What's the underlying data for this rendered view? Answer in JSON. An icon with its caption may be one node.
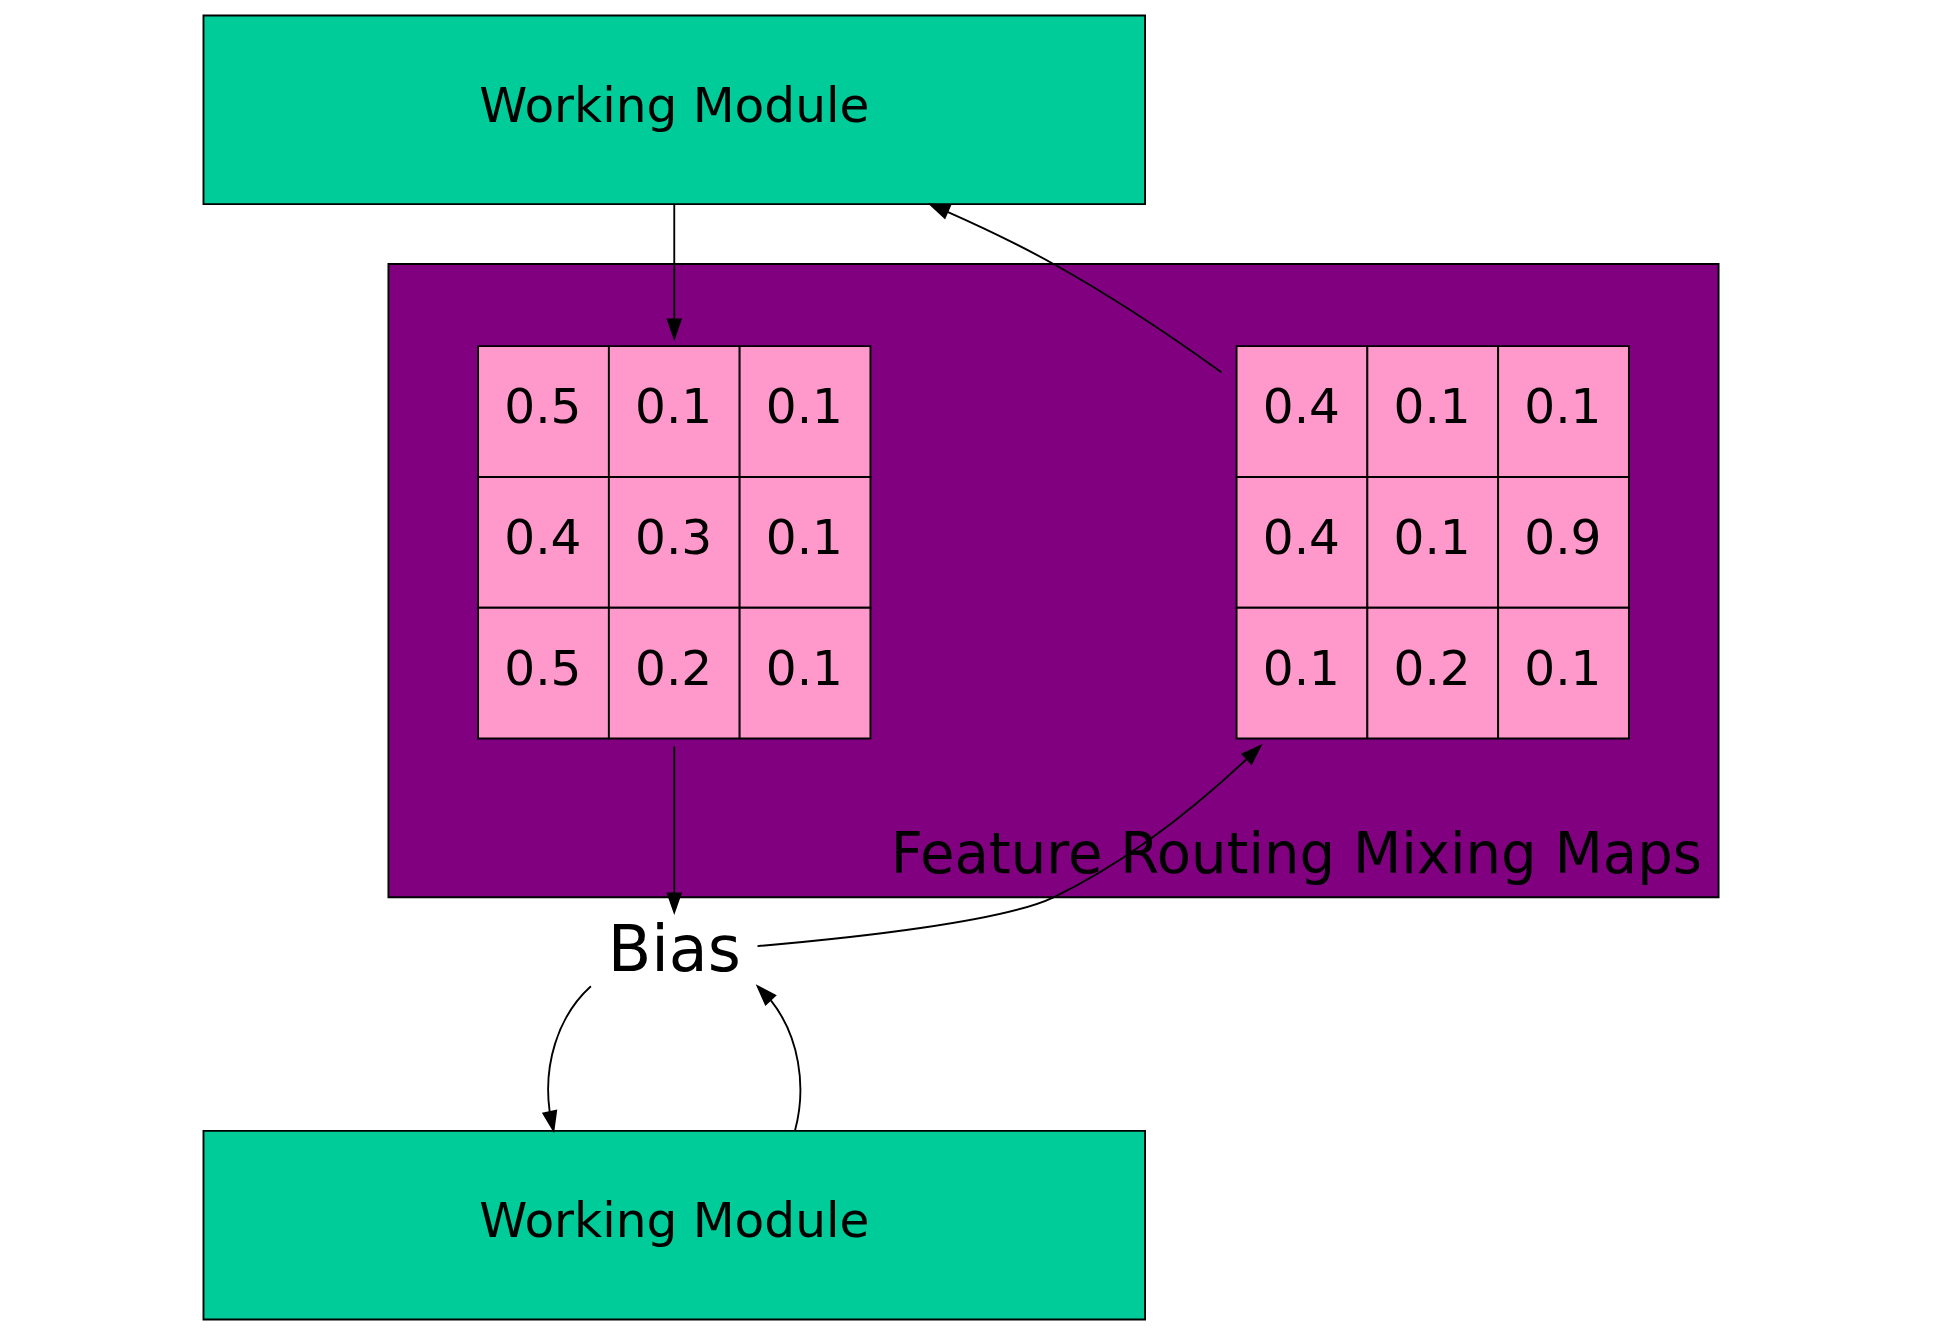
{
  "diagram": {
    "nodes": [
      {
        "text": [
          "Working Module"
        ]
      },
      {
        "text": [
          "Feature Routing Mixing Maps"
        ]
      },
      {
        "text": [
          "0.5",
          "0.1",
          "0.1",
          "0.4",
          "0.3",
          "0.1",
          "0.5",
          "0.2",
          "0.1"
        ],
        "in": 1
      },
      {
        "text": [
          "0.4",
          "0.1",
          "0.1",
          "0.4",
          "0.1",
          "0.9",
          "0.1",
          "0.2",
          "0.1"
        ],
        "in": 1
      },
      {
        "text": [
          "Bias"
        ]
      },
      {
        "text": [
          "Working Module"
        ]
      }
    ],
    "edges": [
      {
        "from": 0,
        "to": 2,
        "arrow": "to"
      },
      {
        "from": 2,
        "to": 4,
        "arrow": "to"
      },
      {
        "from": 4,
        "to": 5,
        "arrow": "to"
      },
      {
        "from": 5,
        "to": 4,
        "arrow": "to"
      },
      {
        "from": 4,
        "to": 3,
        "arrow": "to"
      },
      {
        "from": 3,
        "to": 0,
        "arrow": "to"
      }
    ]
  }
}
